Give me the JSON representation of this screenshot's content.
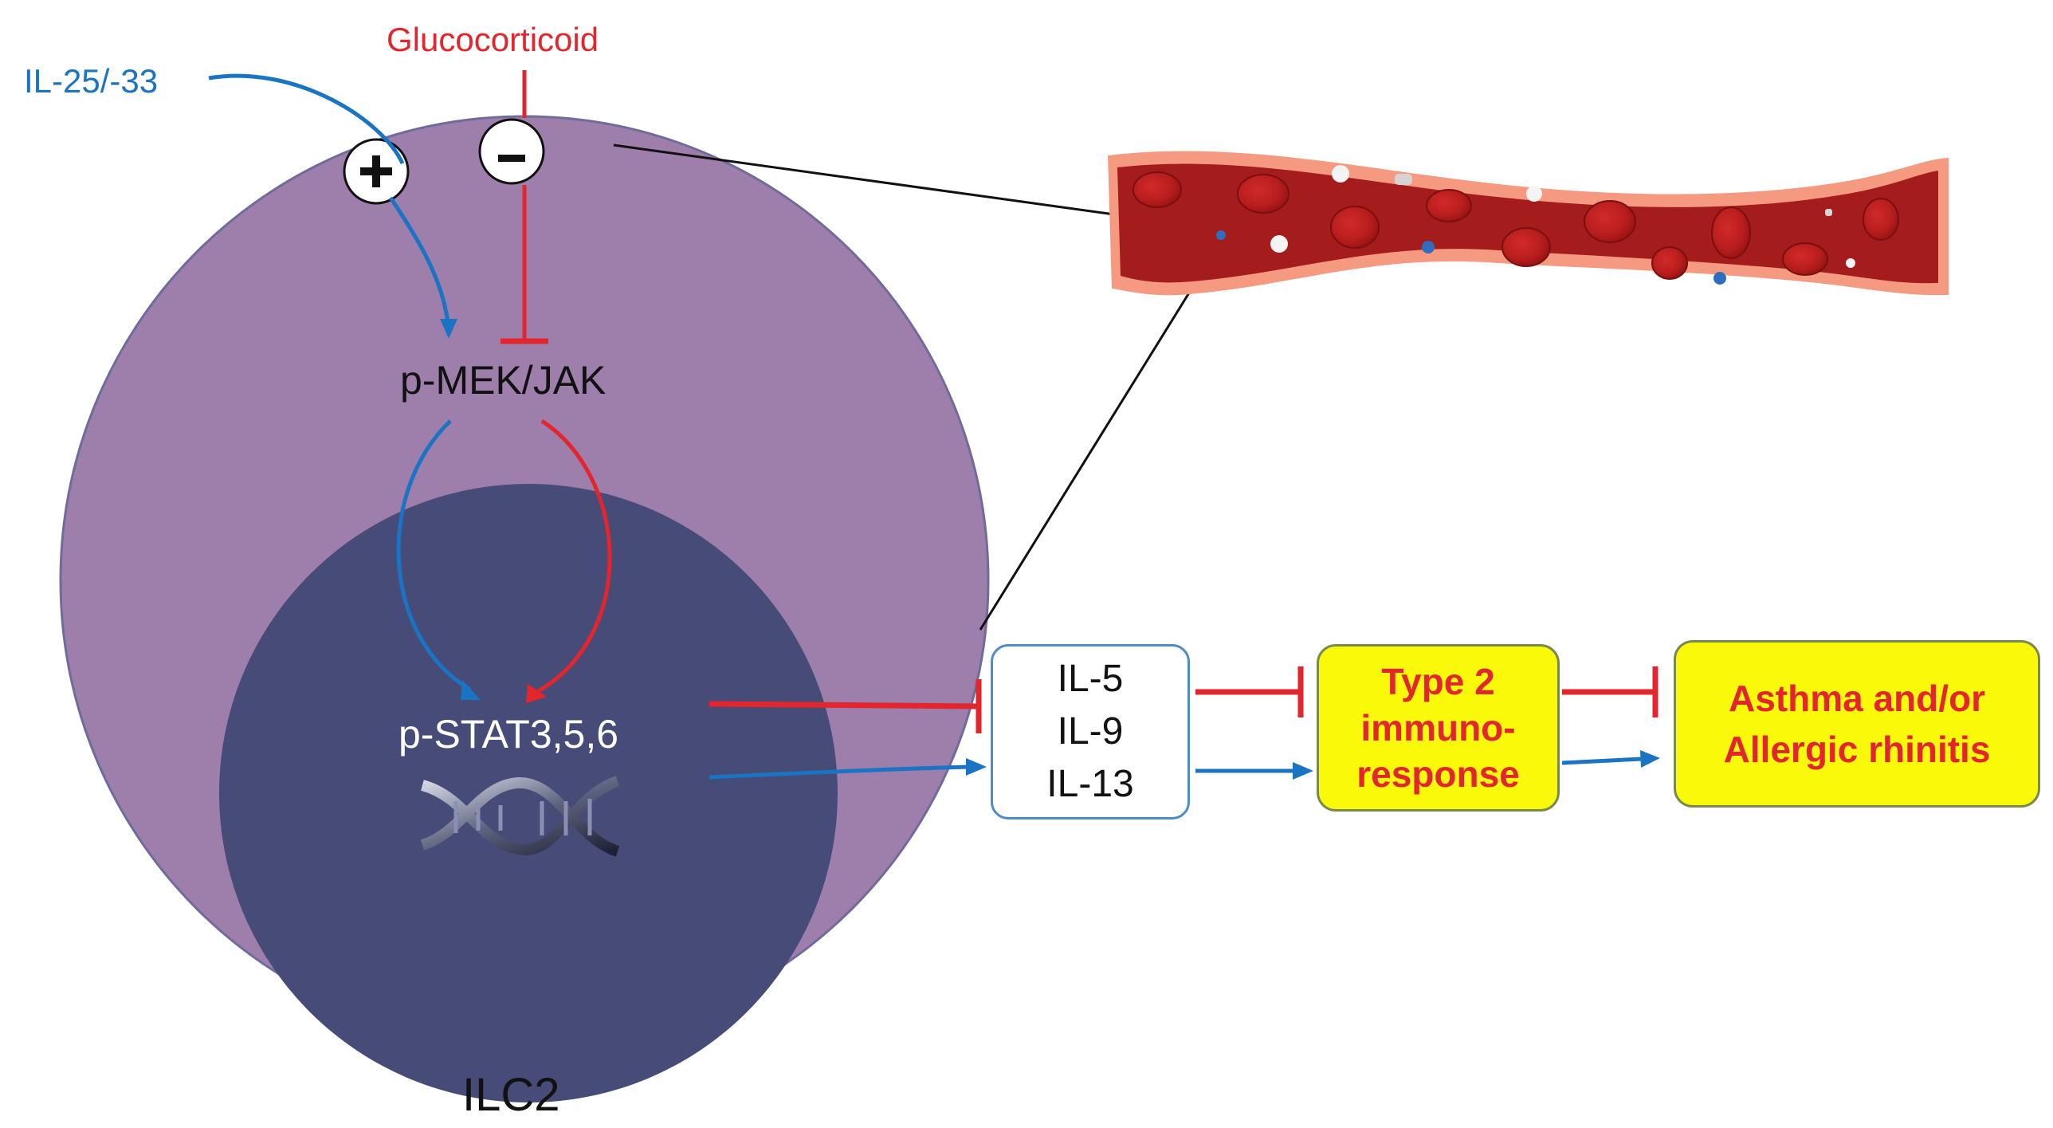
{
  "inputs": {
    "cytokine_label": "IL-25/-33",
    "drug_label": "Glucocorticoid",
    "plus_symbol": "+",
    "minus_symbol": "-"
  },
  "cell": {
    "name": "ILC2",
    "kinase_label": "p-MEK/JAK",
    "stat_label": "p-STAT3,5,6"
  },
  "boxes": {
    "interleukins": [
      "IL-5",
      "IL-9",
      "IL-13"
    ],
    "immune_response": [
      "Type 2",
      "immuno-",
      "response"
    ],
    "disease": [
      "Asthma and/or",
      "Allergic rhinitis"
    ]
  },
  "colors": {
    "cell_outer": "#9e7eab",
    "nucleus": "#474b77",
    "activation": "#1a73c3",
    "inhibition": "#e3262d",
    "highlight_box": "#fbf90a",
    "vessel": "#a51c1c",
    "vessel_wall": "#f59a80"
  },
  "icons": [
    "dna-icon",
    "blood-vessel-illustration"
  ]
}
